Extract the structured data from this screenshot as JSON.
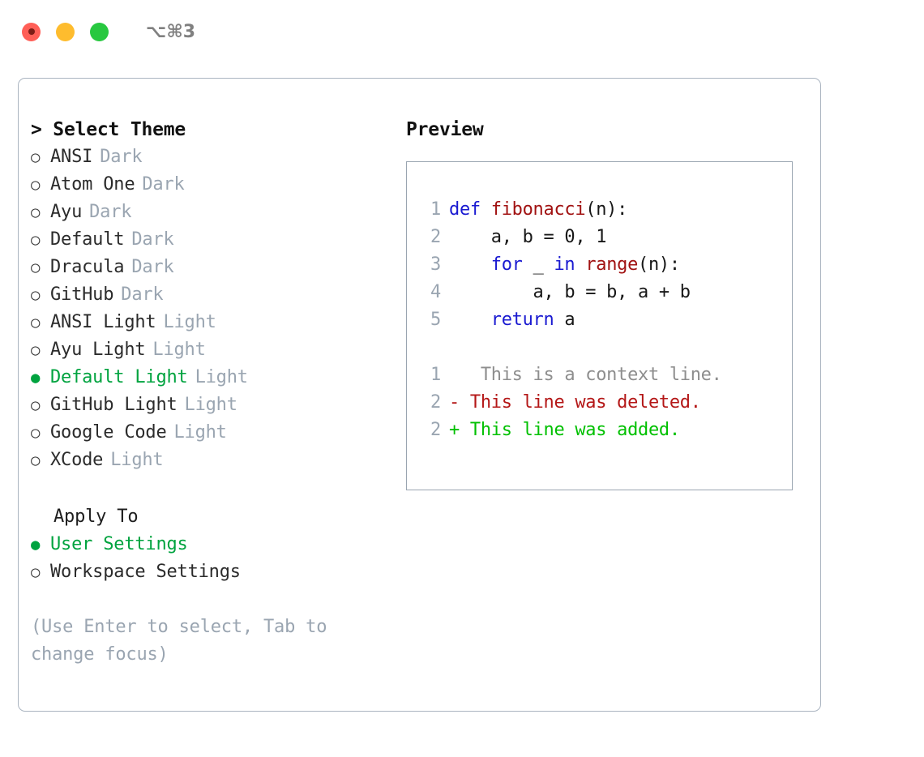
{
  "titlebar": {
    "shortcut": "⌥⌘3",
    "lights": [
      {
        "name": "close",
        "color": "#ff5f57"
      },
      {
        "name": "minimize",
        "color": "#febc2e"
      },
      {
        "name": "maximize",
        "color": "#28c840"
      }
    ]
  },
  "colors": {
    "accent_green": "#00a33f",
    "muted": "#9aa5b1",
    "keyword_blue": "#1a1ad1",
    "function_red": "#a11212",
    "diff_add": "#00c000",
    "diff_del": "#b41717",
    "border": "#aab4c0"
  },
  "left": {
    "prompt": "> Select Theme",
    "bullet_unselected": "○",
    "bullet_selected": "●",
    "themes": [
      {
        "name": "ANSI",
        "category": "Dark",
        "selected": false
      },
      {
        "name": "Atom One",
        "category": "Dark",
        "selected": false
      },
      {
        "name": "Ayu",
        "category": "Dark",
        "selected": false
      },
      {
        "name": "Default",
        "category": "Dark",
        "selected": false
      },
      {
        "name": "Dracula",
        "category": "Dark",
        "selected": false
      },
      {
        "name": "GitHub",
        "category": "Dark",
        "selected": false
      },
      {
        "name": "ANSI Light",
        "category": "Light",
        "selected": false
      },
      {
        "name": "Ayu Light",
        "category": "Light",
        "selected": false
      },
      {
        "name": "Default Light",
        "category": "Light",
        "selected": true
      },
      {
        "name": "GitHub Light",
        "category": "Light",
        "selected": false
      },
      {
        "name": "Google Code",
        "category": "Light",
        "selected": false
      },
      {
        "name": "XCode",
        "category": "Light",
        "selected": false
      }
    ],
    "apply_to_label": "Apply To",
    "apply_to": [
      {
        "label": "User Settings",
        "selected": true
      },
      {
        "label": "Workspace Settings",
        "selected": false
      }
    ],
    "hint": "(Use Enter to select, Tab to change focus)"
  },
  "right": {
    "preview_title": "Preview",
    "code_lines": [
      {
        "no": "1",
        "tokens": [
          {
            "t": "def ",
            "c": "kw"
          },
          {
            "t": "fibonacci",
            "c": "fn"
          },
          {
            "t": "(n):",
            "c": "pl"
          }
        ]
      },
      {
        "no": "2",
        "tokens": [
          {
            "t": "    a, b = 0, 1",
            "c": "pl"
          }
        ]
      },
      {
        "no": "3",
        "tokens": [
          {
            "t": "    ",
            "c": "pl"
          },
          {
            "t": "for",
            "c": "kw"
          },
          {
            "t": " _ ",
            "c": "pl"
          },
          {
            "t": "in ",
            "c": "kw"
          },
          {
            "t": "range",
            "c": "fn"
          },
          {
            "t": "(n):",
            "c": "pl"
          }
        ]
      },
      {
        "no": "4",
        "tokens": [
          {
            "t": "        a, b = b, a + b",
            "c": "pl"
          }
        ]
      },
      {
        "no": "5",
        "tokens": [
          {
            "t": "    ",
            "c": "pl"
          },
          {
            "t": "return",
            "c": "kw"
          },
          {
            "t": " a",
            "c": "pl"
          }
        ]
      }
    ],
    "diff_lines": [
      {
        "no": "1",
        "marker": " ",
        "text": "  This is a context line.",
        "kind": "ctx"
      },
      {
        "no": "2",
        "marker": "-",
        "text": " This line was deleted.",
        "kind": "del"
      },
      {
        "no": "2",
        "marker": "+",
        "text": " This line was added.",
        "kind": "add"
      }
    ]
  }
}
